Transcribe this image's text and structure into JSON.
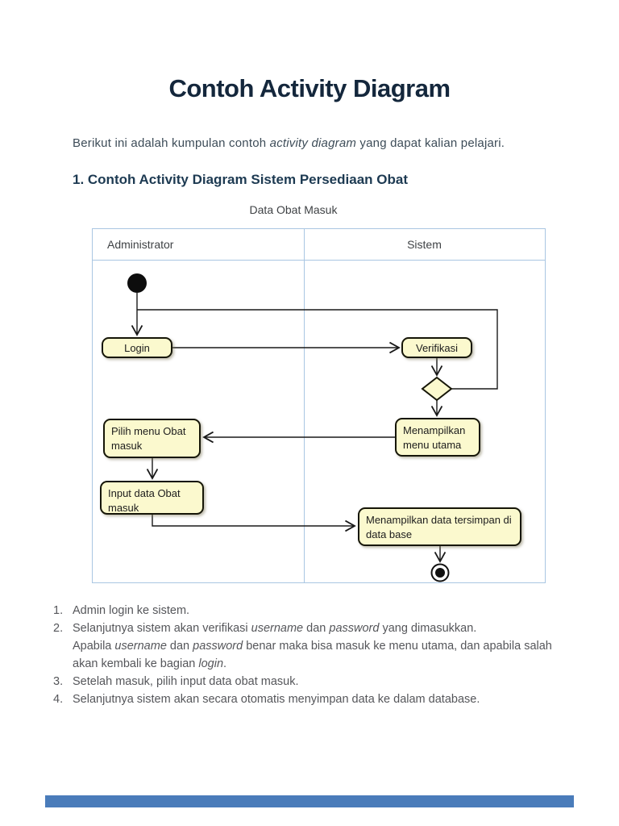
{
  "page": {
    "title": "Contoh Activity Diagram",
    "intro_segments": [
      {
        "t": "Berikut ini adalah kumpulan contoh ",
        "i": false
      },
      {
        "t": "activity diagram",
        "i": true
      },
      {
        "t": " yang dapat kalian pelajari.",
        "i": false
      }
    ],
    "section_heading": "1. Contoh Activity Diagram Sistem Persediaan Obat",
    "footer_bar_color": "#4a7cba"
  },
  "diagram": {
    "caption": "Data Obat Masuk",
    "lanes": [
      {
        "label": "Administrator"
      },
      {
        "label": "Sistem"
      }
    ],
    "nodes": {
      "start": {
        "type": "initial-node"
      },
      "login": {
        "label": "Login"
      },
      "verifikasi": {
        "label": "Verifikasi"
      },
      "decision": {
        "type": "decision-diamond"
      },
      "menu_utama": {
        "label": "Menampilkan menu utama"
      },
      "pilih_menu": {
        "label": "Pilih menu Obat masuk"
      },
      "input_data": {
        "label": "Input data Obat masuk"
      },
      "tersimpan": {
        "label": "Menampilkan data tersimpan di data base"
      },
      "end": {
        "type": "final-node"
      }
    },
    "colors": {
      "node_fill": "#FBF9CE",
      "node_border": "#161608",
      "lane_border": "#a9c6e2",
      "connector": "#191919"
    }
  },
  "steps": {
    "rows": [
      {
        "num": "1.",
        "segments": [
          {
            "t": "Admin login ke sistem.",
            "i": false
          }
        ]
      },
      {
        "num": "2.",
        "segments": [
          {
            "t": "Selanjutnya sistem akan verifikasi ",
            "i": false
          },
          {
            "t": "username",
            "i": true
          },
          {
            "t": " dan ",
            "i": false
          },
          {
            "t": "password",
            "i": true
          },
          {
            "t": " yang dimasukkan.",
            "i": false
          }
        ]
      },
      {
        "num": "",
        "segments": [
          {
            "t": "Apabila ",
            "i": false
          },
          {
            "t": "username",
            "i": true
          },
          {
            "t": " dan ",
            "i": false
          },
          {
            "t": "password",
            "i": true
          },
          {
            "t": " benar maka bisa masuk ke menu utama, dan apabila salah",
            "i": false
          }
        ]
      },
      {
        "num": "",
        "segments": [
          {
            "t": "akan kembali ke bagian ",
            "i": false
          },
          {
            "t": "login",
            "i": true
          },
          {
            "t": ".",
            "i": false
          }
        ]
      },
      {
        "num": "3.",
        "segments": [
          {
            "t": "Setelah masuk, pilih input data obat masuk.",
            "i": false
          }
        ]
      },
      {
        "num": "4.",
        "segments": [
          {
            "t": "Selanjutnya sistem akan secara otomatis menyimpan data ke dalam database.",
            "i": false
          }
        ]
      }
    ]
  }
}
